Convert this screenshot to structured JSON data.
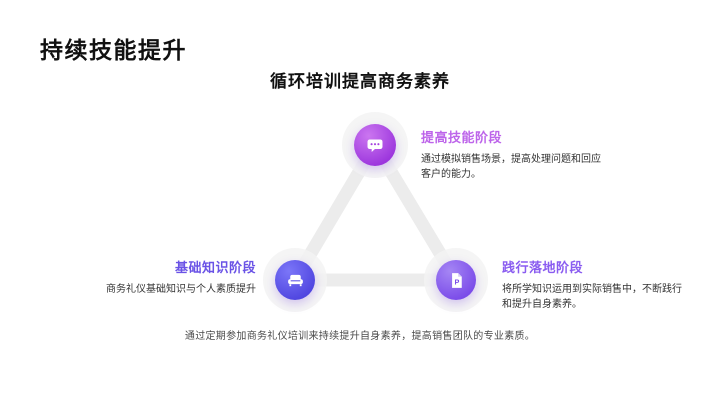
{
  "slide": {
    "title": "持续技能提升",
    "subtitle": "循环培训提高商务素养",
    "footer": "通过定期参加商务礼仪培训来持续提升自身素养，提高销售团队的专业素质。"
  },
  "stages": [
    {
      "id": "skill-improvement",
      "label": "提高技能阶段",
      "description": "通过模拟销售场景，提高处理问题和回应\n客户的能力。",
      "icon": "chat-bubble-icon",
      "label_color": "#bd64ea",
      "node_gradient": [
        "#cb76f0",
        "#9c36dd"
      ],
      "position": "top"
    },
    {
      "id": "basic-knowledge",
      "label": "基础知识阶段",
      "description": "商务礼仪基础知识与个人素质提升",
      "icon": "sofa-icon",
      "label_color": "#6a53e6",
      "node_gradient": [
        "#7b76f8",
        "#5046e0"
      ],
      "position": "bottom-left"
    },
    {
      "id": "practice-landing",
      "label": "践行落地阶段",
      "description": "将所学知识运用到实际销售中，不断践行\n和提升自身素养。",
      "icon": "document-p-icon",
      "label_color": "#8a5cf0",
      "node_gradient": [
        "#a586f4",
        "#7b4ce9"
      ],
      "position": "bottom-right"
    }
  ],
  "colors": {
    "background": "#ffffff",
    "title_text": "#111111",
    "body_text": "#333333",
    "footer_text": "#4a4a4a",
    "triangle_edge": "#ececec",
    "node_halo": "#f3f3f3"
  }
}
